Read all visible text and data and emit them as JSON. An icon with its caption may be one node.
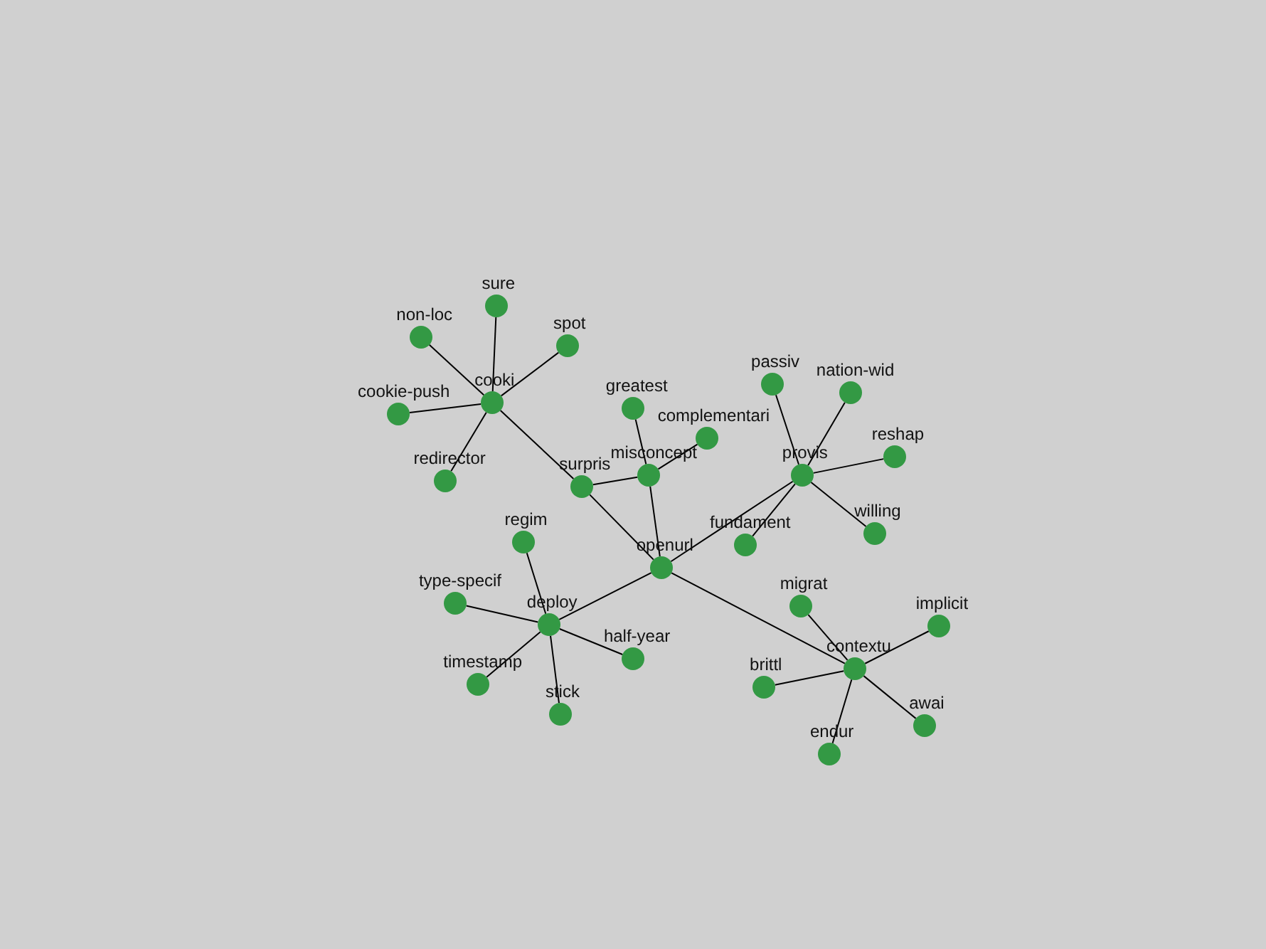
{
  "diagram": {
    "nodes": [
      {
        "text": [
          "openurl"
        ]
      },
      {
        "text": [
          "cooki"
        ]
      },
      {
        "text": [
          "surpris"
        ]
      },
      {
        "text": [
          "misconcept"
        ]
      },
      {
        "text": [
          "greatest"
        ]
      },
      {
        "text": [
          "complementari"
        ]
      },
      {
        "text": [
          "sure"
        ]
      },
      {
        "text": [
          "non-loc"
        ]
      },
      {
        "text": [
          "spot"
        ]
      },
      {
        "text": [
          "cookie-push"
        ]
      },
      {
        "text": [
          "redirector"
        ]
      },
      {
        "text": [
          "provis"
        ]
      },
      {
        "text": [
          "passiv"
        ]
      },
      {
        "text": [
          "nation-wid"
        ]
      },
      {
        "text": [
          "reshap"
        ]
      },
      {
        "text": [
          "willing"
        ]
      },
      {
        "text": [
          "fundament"
        ]
      },
      {
        "text": [
          "deploy"
        ]
      },
      {
        "text": [
          "regim"
        ]
      },
      {
        "text": [
          "type-specif"
        ]
      },
      {
        "text": [
          "timestamp"
        ]
      },
      {
        "text": [
          "stick"
        ]
      },
      {
        "text": [
          "half-year"
        ]
      },
      {
        "text": [
          "contextu"
        ]
      },
      {
        "text": [
          "migrat"
        ]
      },
      {
        "text": [
          "implicit"
        ]
      },
      {
        "text": [
          "brittl"
        ]
      },
      {
        "text": [
          "endur"
        ]
      },
      {
        "text": [
          "awai"
        ]
      }
    ],
    "edges": [
      {
        "from": 1,
        "to": 6,
        "arrow": "none"
      },
      {
        "from": 1,
        "to": 7,
        "arrow": "none"
      },
      {
        "from": 1,
        "to": 8,
        "arrow": "none"
      },
      {
        "from": 1,
        "to": 9,
        "arrow": "none"
      },
      {
        "from": 1,
        "to": 10,
        "arrow": "none"
      },
      {
        "from": 1,
        "to": 2,
        "arrow": "none"
      },
      {
        "from": 2,
        "to": 0,
        "arrow": "none"
      },
      {
        "from": 2,
        "to": 3,
        "arrow": "none"
      },
      {
        "from": 3,
        "to": 4,
        "arrow": "none"
      },
      {
        "from": 3,
        "to": 5,
        "arrow": "none"
      },
      {
        "from": 3,
        "to": 0,
        "arrow": "none"
      },
      {
        "from": 11,
        "to": 12,
        "arrow": "none"
      },
      {
        "from": 11,
        "to": 13,
        "arrow": "none"
      },
      {
        "from": 11,
        "to": 14,
        "arrow": "none"
      },
      {
        "from": 11,
        "to": 15,
        "arrow": "none"
      },
      {
        "from": 11,
        "to": 16,
        "arrow": "none"
      },
      {
        "from": 11,
        "to": 0,
        "arrow": "none"
      },
      {
        "from": 17,
        "to": 18,
        "arrow": "none"
      },
      {
        "from": 17,
        "to": 19,
        "arrow": "none"
      },
      {
        "from": 17,
        "to": 20,
        "arrow": "none"
      },
      {
        "from": 17,
        "to": 21,
        "arrow": "none"
      },
      {
        "from": 17,
        "to": 22,
        "arrow": "none"
      },
      {
        "from": 17,
        "to": 0,
        "arrow": "none"
      },
      {
        "from": 23,
        "to": 24,
        "arrow": "none"
      },
      {
        "from": 23,
        "to": 25,
        "arrow": "none"
      },
      {
        "from": 23,
        "to": 26,
        "arrow": "none"
      },
      {
        "from": 23,
        "to": 27,
        "arrow": "none"
      },
      {
        "from": 23,
        "to": 28,
        "arrow": "none"
      },
      {
        "from": 23,
        "to": 0,
        "arrow": "none"
      }
    ]
  }
}
